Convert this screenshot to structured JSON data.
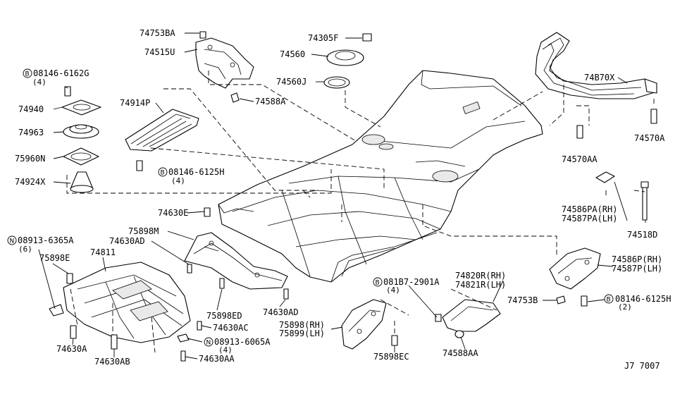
{
  "labels": {
    "p74753BA": "74753BA",
    "p74515U": "74515U",
    "p74588A": "74588A",
    "p74305F": "74305F",
    "p74560": "74560",
    "p74560J": "74560J",
    "p74B70X": "74B70X",
    "p74570A": "74570A",
    "p74570AA": "74570AA",
    "p08146_6162G": "08146-6162G",
    "q4a": "(4)",
    "p74940": "74940",
    "p74963": "74963",
    "p75960N": "75960N",
    "p74924X": "74924X",
    "p74914P": "74914P",
    "p08146_6125H_top": "08146-6125H",
    "q4b": "(4)",
    "p74586PA": "74586PA(RH)",
    "p74587PA": "74587PA(LH)",
    "p74518D": "74518D",
    "p74630E": "74630E",
    "p75898M": "75898M",
    "p74630AD_a": "74630AD",
    "p08913_6365A": "08913-6365A",
    "q6": "(6)",
    "p75898E": "75898E",
    "p74811": "74811",
    "p75898ED": "75898ED",
    "p74630AD_b": "74630AD",
    "p74630AC": "74630AC",
    "p08913_6065A": "08913-6065A",
    "q4c": "(4)",
    "p74630A": "74630A",
    "p74630AB": "74630AB",
    "p74630AA": "74630AA",
    "p081B7_2901A": "081B7-2901A",
    "q4d": "(4)",
    "p75898RH": "75898(RH)",
    "p75899LH": "75899(LH)",
    "p75898EC": "75898EC",
    "p74820R": "74820R(RH)",
    "p74821R": "74821R(LH)",
    "p74588AA": "74588AA",
    "p74586P": "74586P(RH)",
    "p74587P": "74587P(LH)",
    "p74753B": "74753B",
    "p08146_6125H_bot": "08146-6125H",
    "q2": "(2)",
    "diagram_code": "J7 7007"
  },
  "circle_marks": {
    "b1": "B",
    "b2": "B",
    "n1": "N",
    "n2": "N",
    "b3": "B",
    "b4": "B"
  }
}
